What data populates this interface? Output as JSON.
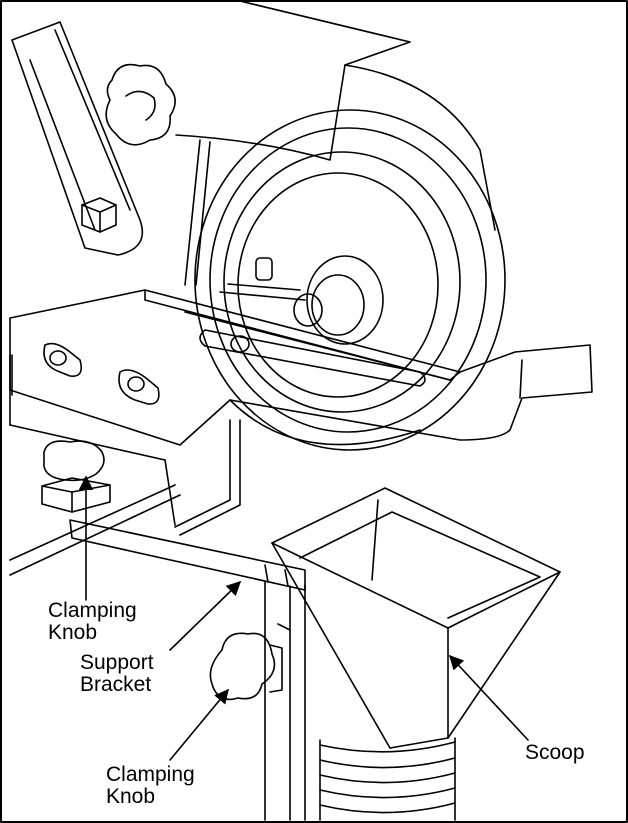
{
  "figure": {
    "labels": {
      "clamping_knob_upper": [
        "Clamping",
        "Knob"
      ],
      "support_bracket": [
        "Support",
        "Bracket"
      ],
      "clamping_knob_lower": [
        "Clamping",
        "Knob"
      ],
      "scoop": [
        "Scoop"
      ]
    },
    "colors": {
      "line": "#000000",
      "background": "#ffffff"
    },
    "parts": [
      "star-knob",
      "hex-bolt",
      "grinding-wheel",
      "tool-rest",
      "support-bracket",
      "scoop",
      "dust-hose"
    ]
  }
}
